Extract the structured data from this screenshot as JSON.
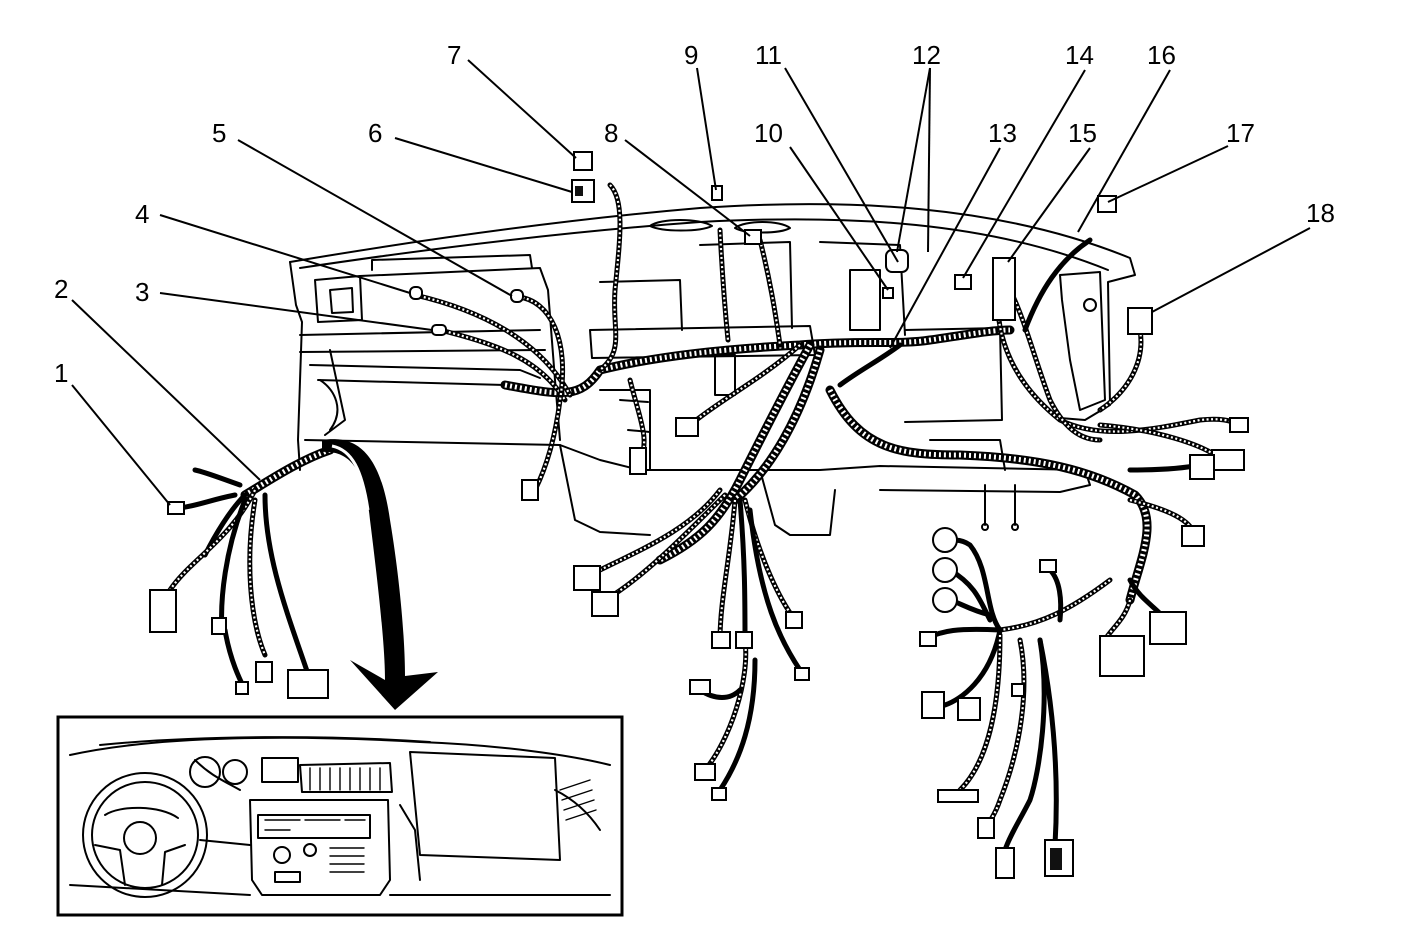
{
  "diagram": {
    "callouts": [
      {
        "id": "c1",
        "label": "1"
      },
      {
        "id": "c2",
        "label": "2"
      },
      {
        "id": "c3",
        "label": "3"
      },
      {
        "id": "c4",
        "label": "4"
      },
      {
        "id": "c5",
        "label": "5"
      },
      {
        "id": "c6",
        "label": "6"
      },
      {
        "id": "c7",
        "label": "7"
      },
      {
        "id": "c8",
        "label": "8"
      },
      {
        "id": "c9",
        "label": "9"
      },
      {
        "id": "c10",
        "label": "10"
      },
      {
        "id": "c11",
        "label": "11"
      },
      {
        "id": "c12",
        "label": "12"
      },
      {
        "id": "c13",
        "label": "13"
      },
      {
        "id": "c14",
        "label": "14"
      },
      {
        "id": "c15",
        "label": "15"
      },
      {
        "id": "c16",
        "label": "16"
      },
      {
        "id": "c17",
        "label": "17"
      },
      {
        "id": "c18",
        "label": "18"
      }
    ]
  },
  "colors": {
    "ink": "#000000",
    "background": "#ffffff"
  }
}
